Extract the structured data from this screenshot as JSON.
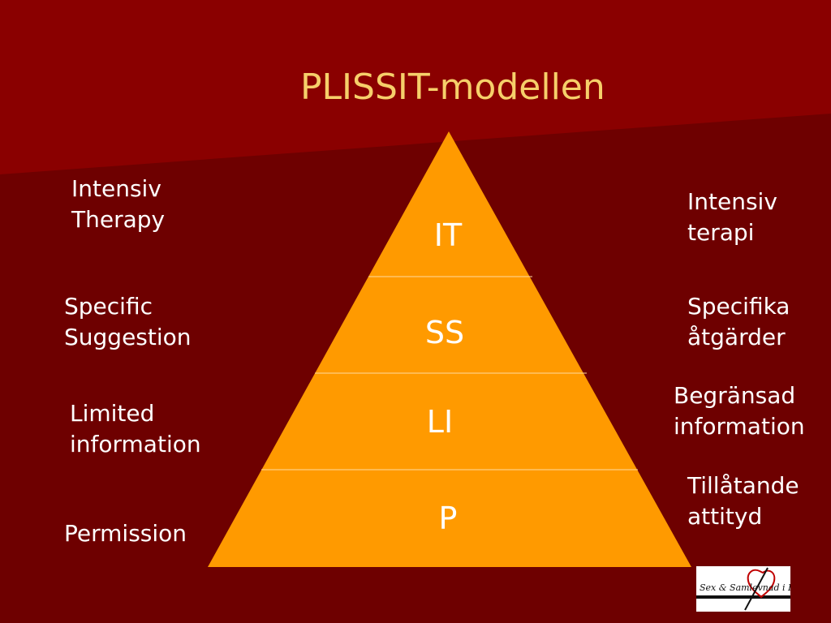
{
  "slide": {
    "title": "PLISSIT-modellen",
    "colors": {
      "background": "#6e0000",
      "background_top": "#8a0000",
      "title": "#f6cf6a",
      "pyramid": "#ff9a00",
      "pyramid_divider": "#ffd9a0",
      "text": "#ffffff"
    }
  },
  "pyramid": {
    "tiers": [
      {
        "abbr": "IT",
        "english": "Intensiv\nTherapy",
        "swedish": "Intensiv\nterapi"
      },
      {
        "abbr": "SS",
        "english": "Specific\nSuggestion",
        "swedish": "Specifika\nåtgärder"
      },
      {
        "abbr": "LI",
        "english": "Limited\ninformation",
        "swedish": "Begränsad\ninformation"
      },
      {
        "abbr": "P",
        "english": "Permission",
        "swedish": "Tillåtande\nattityd"
      }
    ]
  },
  "logo": {
    "text": "Sex & Samlevnad i Eslöv"
  }
}
